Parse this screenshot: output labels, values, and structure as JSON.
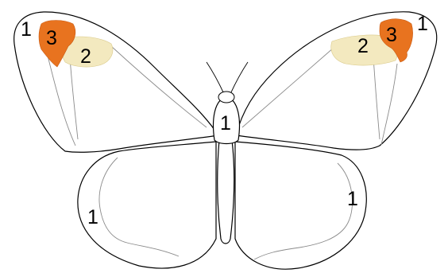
{
  "labels": {
    "left_forewing_edge": "1",
    "left_orange": "3",
    "left_cream": "2",
    "right_cream": "2",
    "right_orange": "3",
    "right_forewing_edge": "1",
    "thorax": "1",
    "left_hindwing": "1",
    "right_hindwing": "1"
  },
  "colors": {
    "orange_patch": "#e8731f",
    "cream_patch": "#f3e9bf",
    "outline": "#000000",
    "inner_line": "#8a8a8a"
  }
}
